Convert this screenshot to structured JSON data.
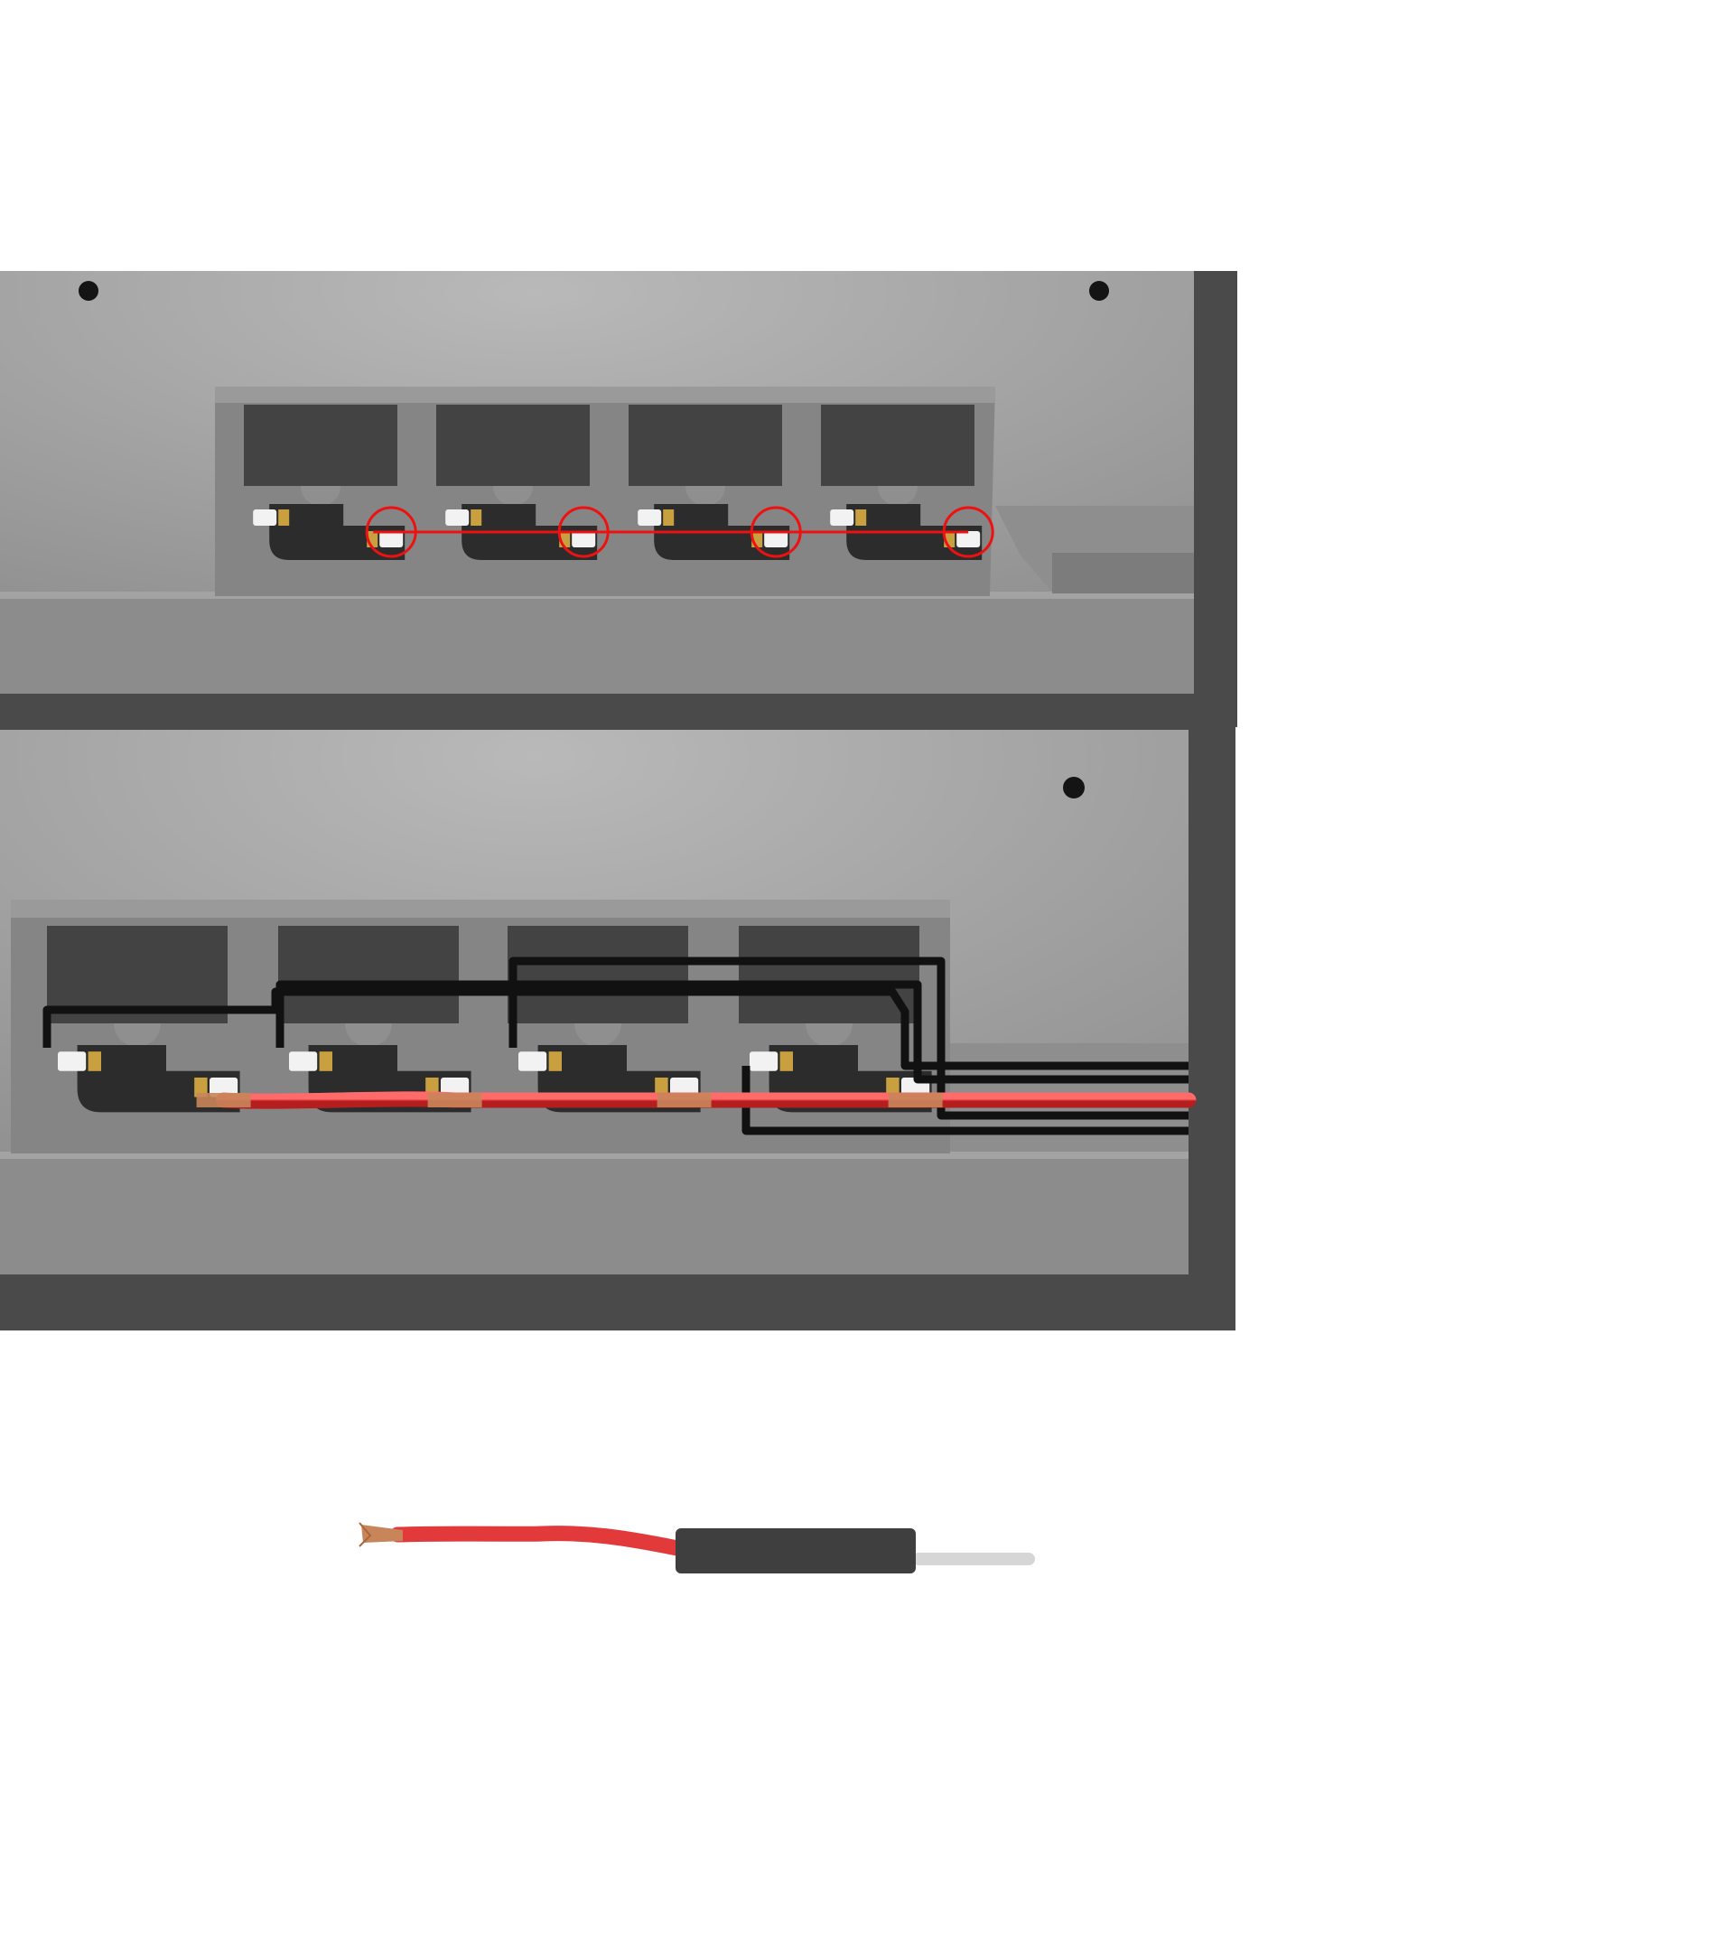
{
  "figure": {
    "panels": [
      {
        "id": "top",
        "switch_count": 4,
        "connection": "pads-linked-and-circled"
      },
      {
        "id": "bottom",
        "switch_count": 4,
        "connection": "red-common-bus-and-black-return-wires"
      }
    ],
    "jumper": {
      "parts": [
        "stripped-end",
        "red-insulation",
        "black-housing",
        "pin"
      ]
    }
  },
  "colors": {
    "background": "#ffffff",
    "frame": "#4a4a4a",
    "plate": "#9c9c9c",
    "plate_light": "#b4b4b4",
    "ledge": "#8a8a8a",
    "well": "#7f7f7f",
    "block": "#434343",
    "socket": "#2c2c2c",
    "contact": "#f2f2f2",
    "brass": "#c9a040",
    "copper": "#c8855a",
    "red_wire": "#e53c3c",
    "red_wire_edge": "#b51e1e",
    "marker_red": "#ee1111",
    "black_wire": "#111111",
    "pin": "#d6d6d6",
    "housing": "#3f3f3f",
    "mounting_hole": "#141414"
  }
}
